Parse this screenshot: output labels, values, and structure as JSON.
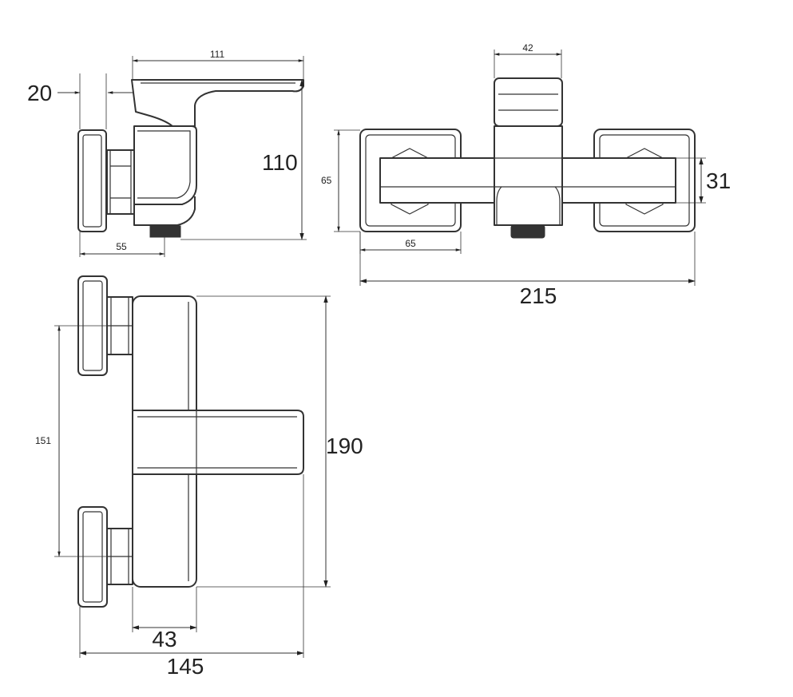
{
  "diagram": {
    "colors": {
      "line": "#333333",
      "background": "#ffffff"
    },
    "side_view": {
      "dims": {
        "width_top": "111",
        "wall_offset": "20",
        "height": "110",
        "outlet_offset": "55"
      }
    },
    "front_view": {
      "dims": {
        "handle_width": "42",
        "plate_height": "65",
        "plate_width": "65",
        "body_height": "31",
        "overall_width": "215"
      }
    },
    "top_view": {
      "dims": {
        "inlet_spacing": "151",
        "overall_length": "190",
        "body_width": "43",
        "overall_depth": "145"
      }
    }
  }
}
